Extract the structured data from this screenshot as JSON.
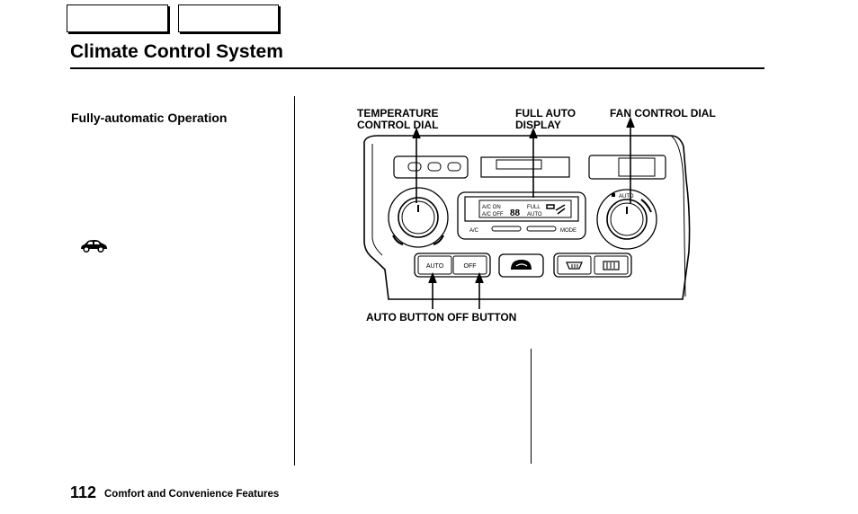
{
  "nav": {
    "tab1": "",
    "tab2": ""
  },
  "page": {
    "title": "Climate Control System"
  },
  "section": {
    "heading": "Fully-automatic Operation"
  },
  "diagram": {
    "callouts": {
      "temperature": "TEMPERATURE\nCONTROL DIAL",
      "full_auto": "FULL AUTO\nDISPLAY",
      "fan": "FAN CONTROL DIAL",
      "buttons": "AUTO BUTTON OFF BUTTON"
    },
    "panel": {
      "ac_on": "A/C ON",
      "ac_off": "A/C OFF",
      "full": "FULL",
      "auto": "AUTO",
      "ac": "A/C",
      "mode": "MODE",
      "fan_auto": "AUTO",
      "auto_button": "AUTO",
      "off_button": "OFF"
    }
  },
  "footer": {
    "page_number": "112",
    "section_title": "Comfort and Convenience Features"
  }
}
